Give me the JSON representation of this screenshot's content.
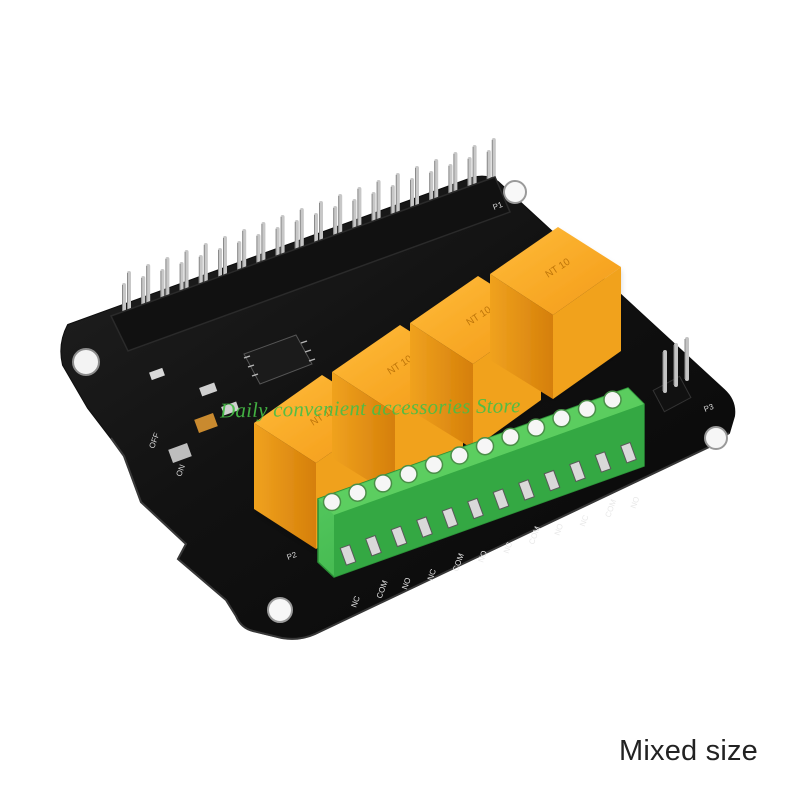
{
  "photo": {
    "subject": "",
    "board_colors": {
      "pcb": "#151515",
      "relay": "#f5a623",
      "terminal": "#38b94a",
      "pin": "#c7c7c7"
    },
    "board_labels": {
      "p1": "P1",
      "p2": "P2",
      "p3": "P3",
      "off": "OFF",
      "on": "ON",
      "terminal_labels": [
        "NC",
        "COM",
        "NO",
        "NC",
        "COM",
        "NO",
        "NC",
        "COM",
        "NO",
        "NC",
        "COM",
        "NO"
      ]
    }
  },
  "watermark": {
    "text": "Daily convenient accessories Store"
  },
  "caption": {
    "text": "Mixed size"
  }
}
